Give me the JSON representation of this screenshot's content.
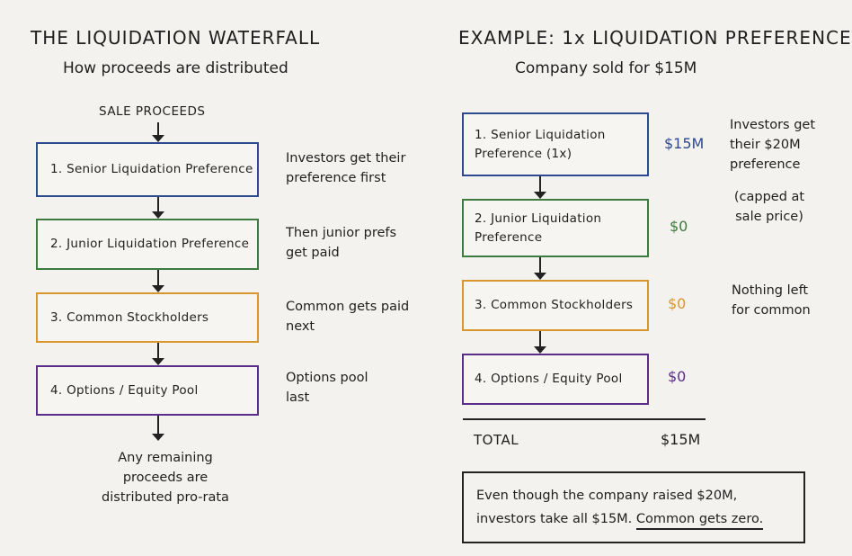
{
  "left": {
    "title": "THE LIQUIDATION WATERFALL",
    "subtitle": "How proceeds are distributed",
    "top_label": "SALE PROCEEDS",
    "tiers": [
      {
        "label": "1. Senior Liquidation Preference",
        "note": "Investors get their preference first",
        "color": "#2e4a8f"
      },
      {
        "label": "2. Junior Liquidation Preference",
        "note": "Then junior prefs get paid",
        "color": "#3d7a3d"
      },
      {
        "label": "3. Common Stockholders",
        "note": "Common gets paid next",
        "color": "#d9962c"
      },
      {
        "label": "4. Options / Equity Pool",
        "note": "Options pool last",
        "color": "#5b2d8a"
      }
    ],
    "footer": "Any remaining proceeds are distributed pro-rata"
  },
  "right": {
    "title": "EXAMPLE: 1x LIQUIDATION PREFERENCE",
    "subtitle": "Company sold for $15M",
    "tiers": [
      {
        "label": "1. Senior Liquidation\nPreference (1x)",
        "amount": "$15M",
        "color": "#2e4a8f"
      },
      {
        "label": "2. Junior Liquidation\nPreference",
        "amount": "$0",
        "color": "#3d7a3d"
      },
      {
        "label": "3. Common Stockholders",
        "amount": "$0",
        "color": "#d9962c"
      },
      {
        "label": "4. Options / Equity Pool",
        "amount": "$0",
        "color": "#5b2d8a"
      }
    ],
    "notes": {
      "investors": "Investors get their $20M preference",
      "capped": "(capped at sale price)",
      "common": "Nothing left for common"
    },
    "total_label": "TOTAL",
    "total_value": "$15M",
    "conclusion_pre": "Even though the company raised $20M, investors take all $15M.",
    "conclusion_emphasis": "Common gets zero."
  }
}
